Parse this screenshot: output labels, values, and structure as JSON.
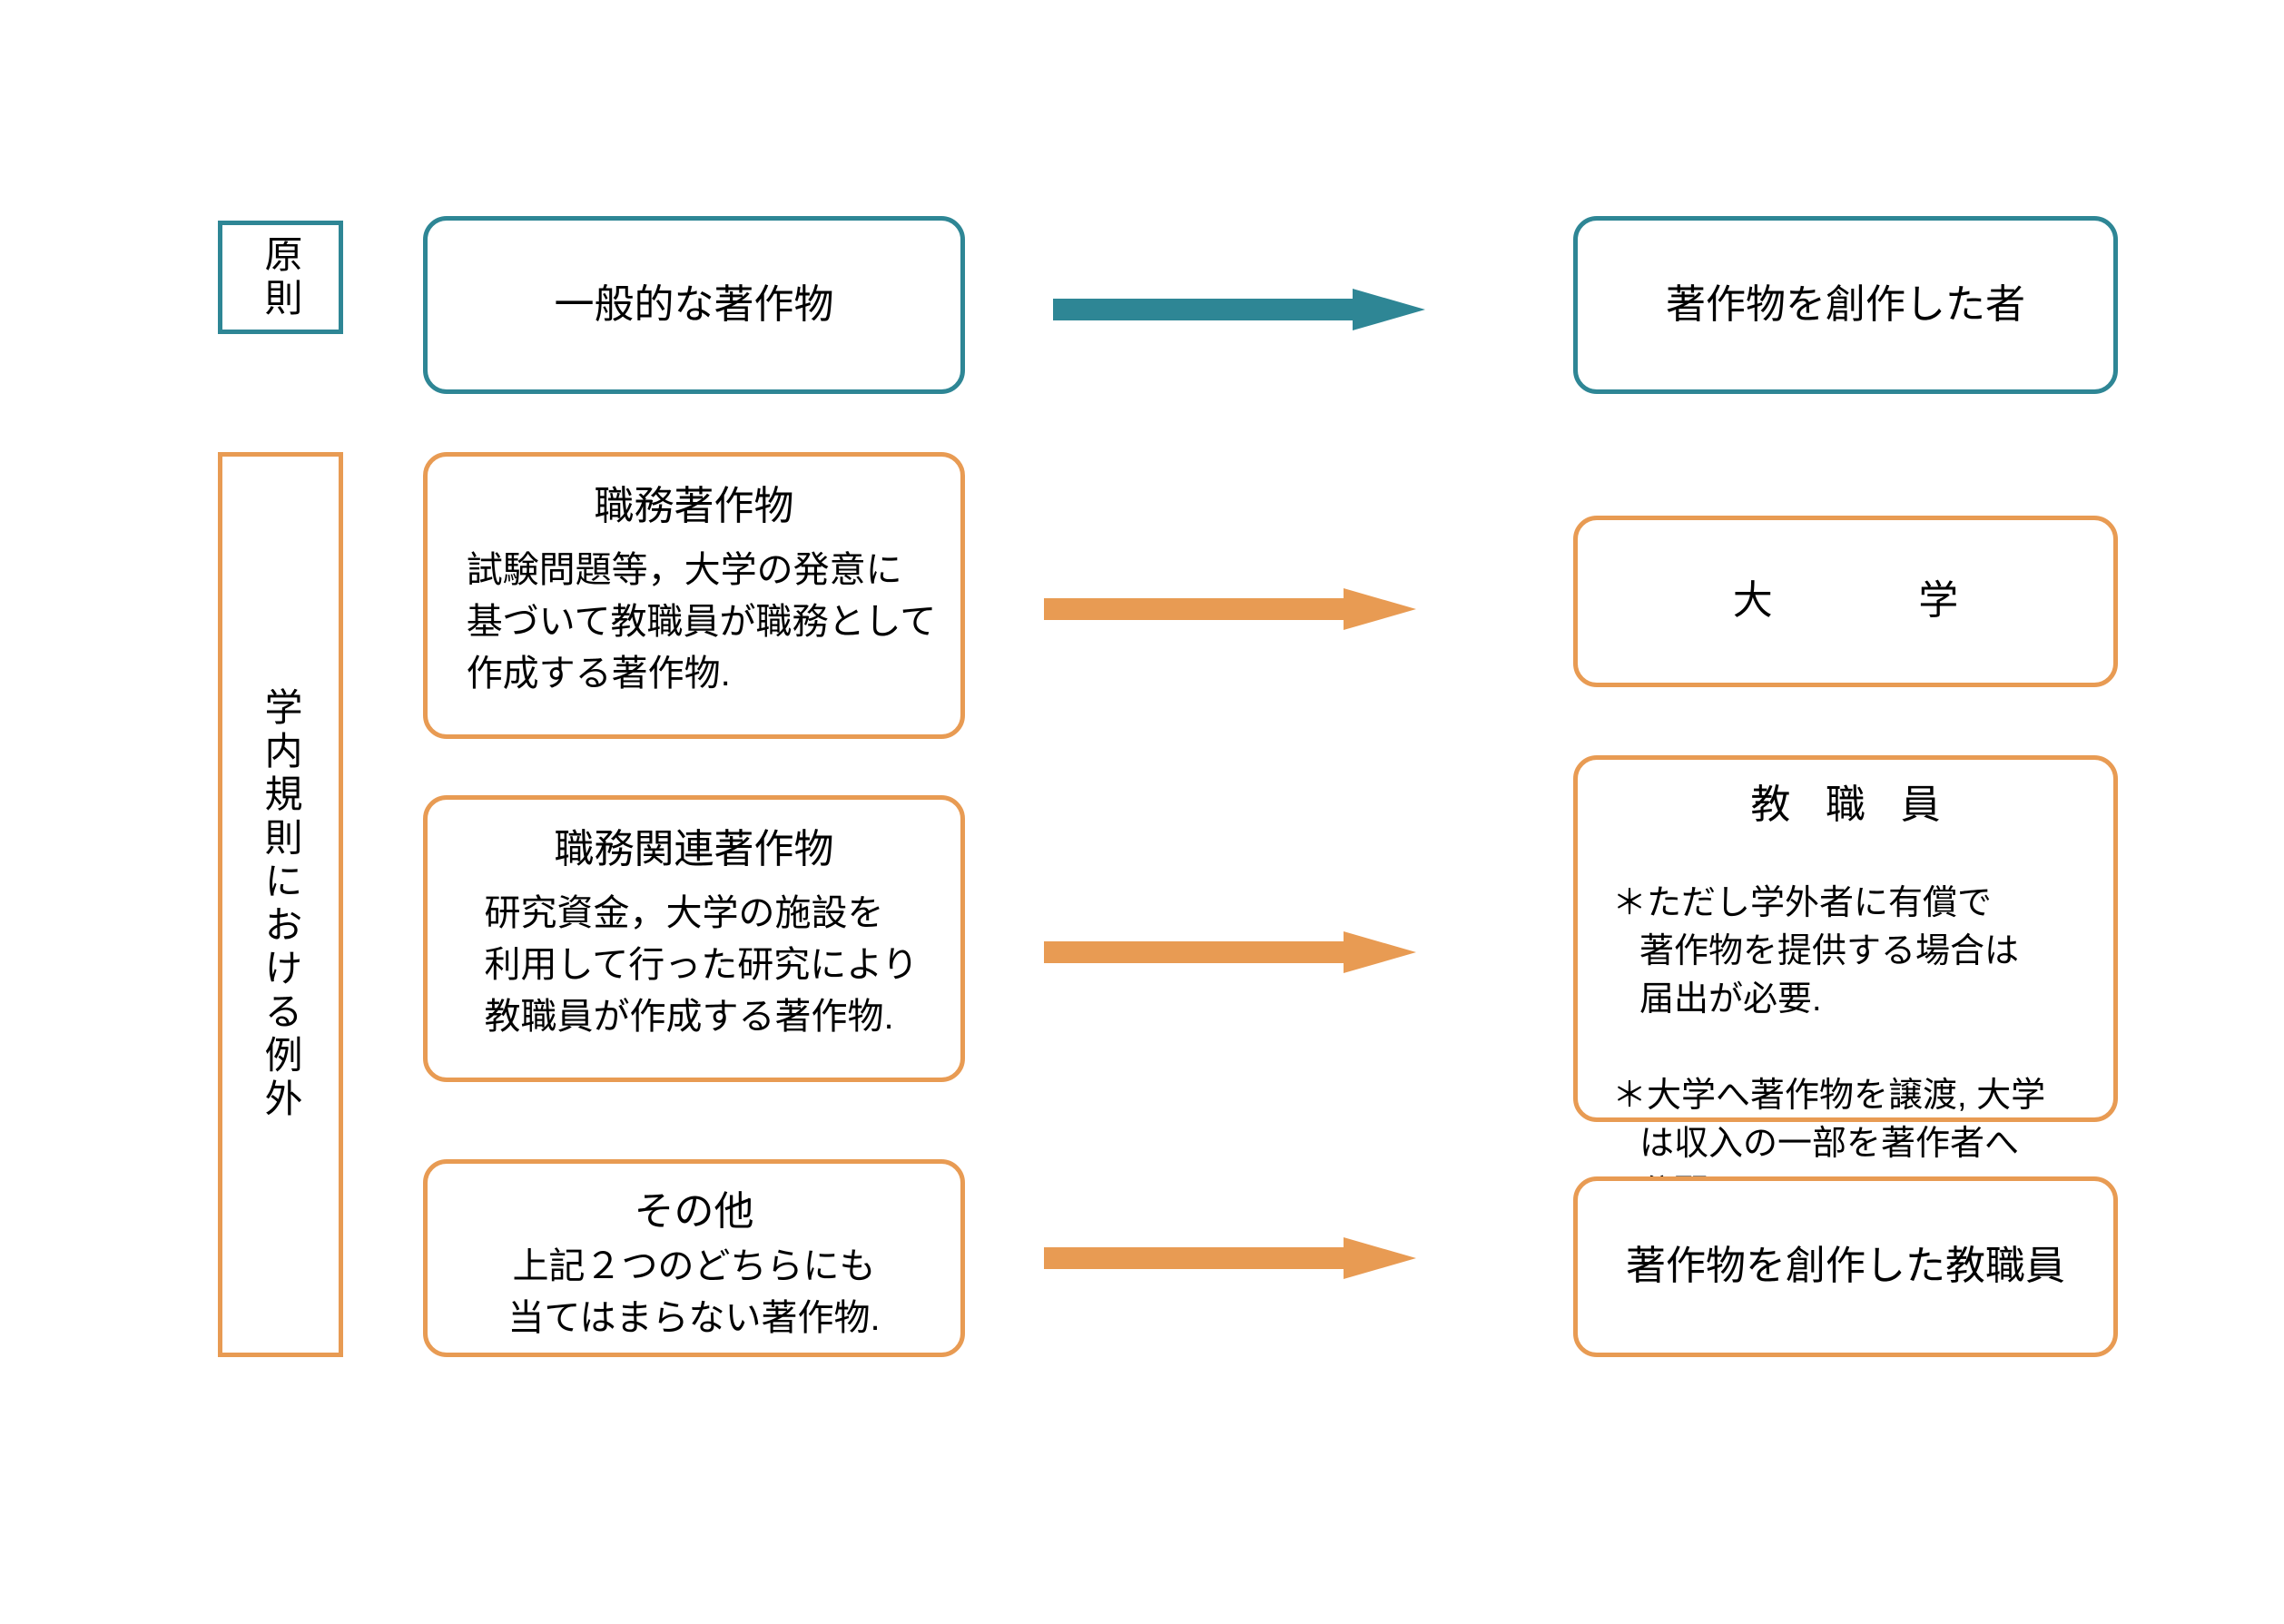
{
  "theme": {
    "teal": "#2E8695",
    "amber": "#E89B53",
    "background": "#FFFFFF",
    "text": "#000000"
  },
  "categories": [
    {
      "id": "principle",
      "label": "原則",
      "color": "#2E8695"
    },
    {
      "id": "exception",
      "label": "学内規則における例外",
      "color": "#E89B53"
    }
  ],
  "rows": [
    {
      "id": "general-work",
      "color": "#2E8695",
      "source": {
        "title": "一般的な著作物",
        "body": ""
      },
      "arrow": {
        "name": "arrow-right-teal",
        "color": "#2E8695"
      },
      "target": {
        "title": "著作物を創作した者",
        "notes": []
      }
    },
    {
      "id": "work-for-hire",
      "color": "#E89B53",
      "source": {
        "title": "職務著作物",
        "body": "試験問題等，大学の発意に\n基づいて教職員が職務として\n作成する著作物."
      },
      "arrow": {
        "name": "arrow-right-amber",
        "color": "#E89B53"
      },
      "target": {
        "title": "大　　学",
        "notes": []
      }
    },
    {
      "id": "work-related",
      "color": "#E89B53",
      "source": {
        "title": "職務関連著作物",
        "body": "研究資金，大学の施設を\n利用して行った研究により\n教職員が作成する著作物."
      },
      "arrow": {
        "name": "arrow-right-amber",
        "color": "#E89B53"
      },
      "target": {
        "title": "教 職 員",
        "notes": [
          "＊ただし学外者に有償で\n著作物を提供する場合は\n届出が必要.",
          "＊大学へ著作物を譲渡, 大学\nは収入の一部を著作者へ\n分配."
        ]
      }
    },
    {
      "id": "other",
      "color": "#E89B53",
      "source": {
        "title": "その他",
        "body": "上記２つのどちらにも\n当てはまらない著作物."
      },
      "arrow": {
        "name": "arrow-right-amber",
        "color": "#E89B53"
      },
      "target": {
        "title": "著作物を創作した教職員",
        "notes": []
      }
    }
  ]
}
